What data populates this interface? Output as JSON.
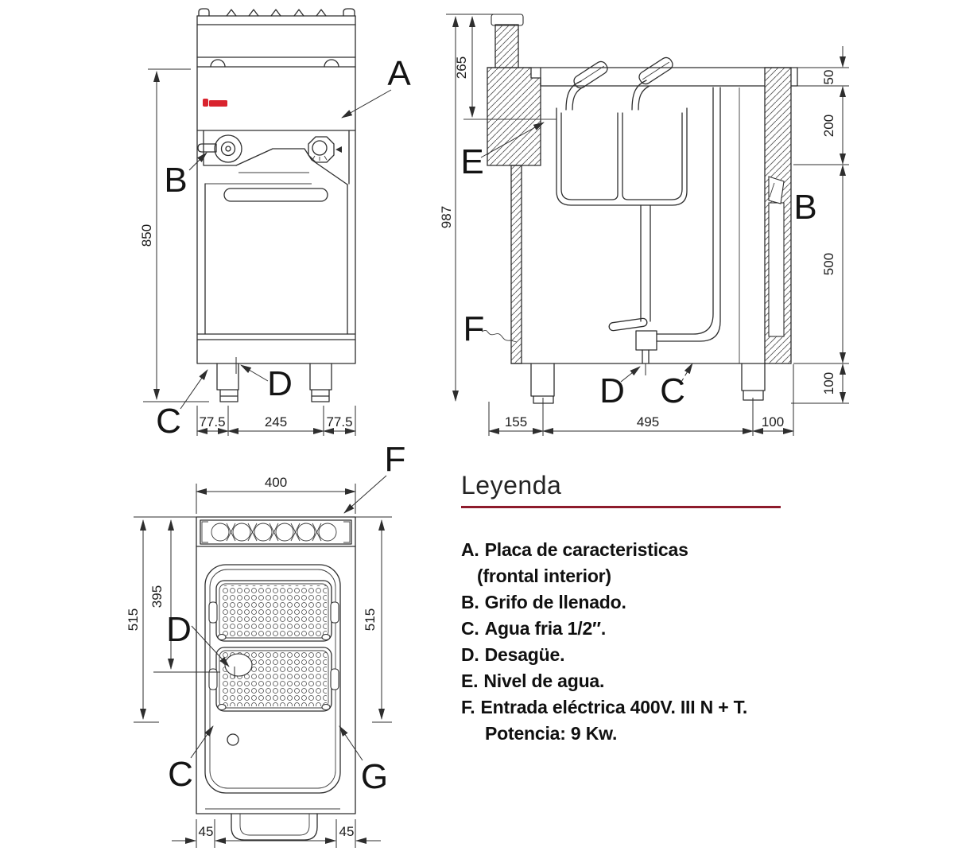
{
  "front_view": {
    "dim_height": "850",
    "dim_left": "77.5",
    "dim_center": "245",
    "dim_right": "77.5",
    "label_a": "A",
    "label_b": "B",
    "label_c": "C",
    "label_d": "D"
  },
  "side_view": {
    "dim_total_height": "987",
    "dim_top_to_water": "265",
    "dim_top_edge": "50",
    "dim_upper": "200",
    "dim_body": "500",
    "dim_legs": "100",
    "dim_front": "155",
    "dim_depth": "495",
    "dim_rear": "100",
    "label_e": "E",
    "label_b": "B",
    "label_f": "F",
    "label_d": "D",
    "label_c": "C"
  },
  "top_view": {
    "dim_width": "400",
    "dim_depth_left": "515",
    "dim_drain": "395",
    "dim_depth_right": "515",
    "dim_offset_left": "45",
    "dim_offset_right": "45",
    "label_f": "F",
    "label_d": "D",
    "label_c": "C",
    "label_g": "G"
  },
  "legend": {
    "title": "Leyenda",
    "underline_color": "#8e1b2c",
    "items": [
      {
        "key": "A.",
        "text": "Placa de caracteristicas"
      },
      {
        "key": "",
        "text": "(frontal interior)"
      },
      {
        "key": "B.",
        "text": "Grifo de llenado."
      },
      {
        "key": "C.",
        "text": "Agua fria 1/2″."
      },
      {
        "key": "D.",
        "text": "Desagüe."
      },
      {
        "key": "E.",
        "text": "Nivel de agua."
      },
      {
        "key": "F.",
        "text": "Entrada eléctrica 400V. III N + T."
      },
      {
        "key": "",
        "text": "Potencia: 9 Kw."
      }
    ]
  },
  "brand": {
    "logo_color": "#d9232e"
  }
}
